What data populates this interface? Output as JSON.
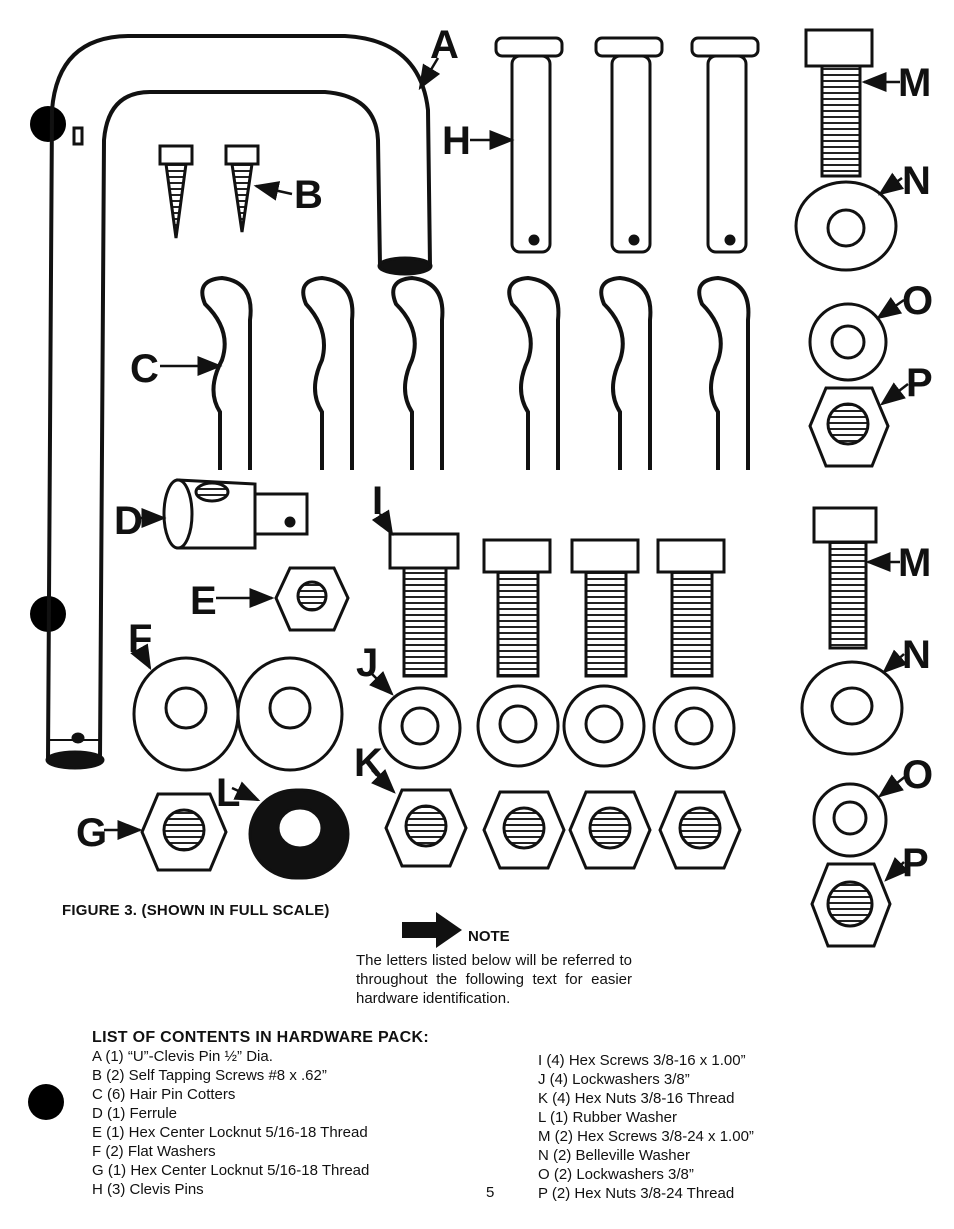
{
  "labels": {
    "A": "A",
    "B": "B",
    "C": "C",
    "D": "D",
    "E": "E",
    "F": "F",
    "G": "G",
    "H": "H",
    "I": "I",
    "J": "J",
    "K": "K",
    "L": "L",
    "M1": "M",
    "N1": "N",
    "O1": "O",
    "P1": "P",
    "M2": "M",
    "N2": "N",
    "O2": "O",
    "P2": "P"
  },
  "caption": "FIGURE 3. (SHOWN IN FULL SCALE)",
  "note": {
    "title": "NOTE",
    "text": "The letters listed below will be referred to throughout the following text for easier hardware identification."
  },
  "list_title": "LIST OF CONTENTS IN HARDWARE PACK:",
  "list_left": [
    "A (1) “U”-Clevis Pin ½” Dia.",
    "B (2) Self Tapping Screws #8 x .62”",
    "C (6) Hair Pin Cotters",
    "D (1) Ferrule",
    "E (1) Hex Center Locknut 5/16-18 Thread",
    "F (2) Flat Washers",
    "G (1) Hex Center Locknut 5/16-18 Thread",
    "H (3) Clevis Pins"
  ],
  "list_right": [
    "I (4) Hex Screws 3/8-16 x 1.00”",
    "J (4) Lockwashers 3/8”",
    "K (4) Hex Nuts 3/8-16 Thread",
    "L (1) Rubber Washer",
    "M (2) Hex Screws 3/8-24 x 1.00”",
    "N (2) Belleville Washer",
    "O (2) Lockwashers 3/8”",
    "P (2) Hex Nuts 3/8-24 Thread"
  ],
  "page_number": "5"
}
